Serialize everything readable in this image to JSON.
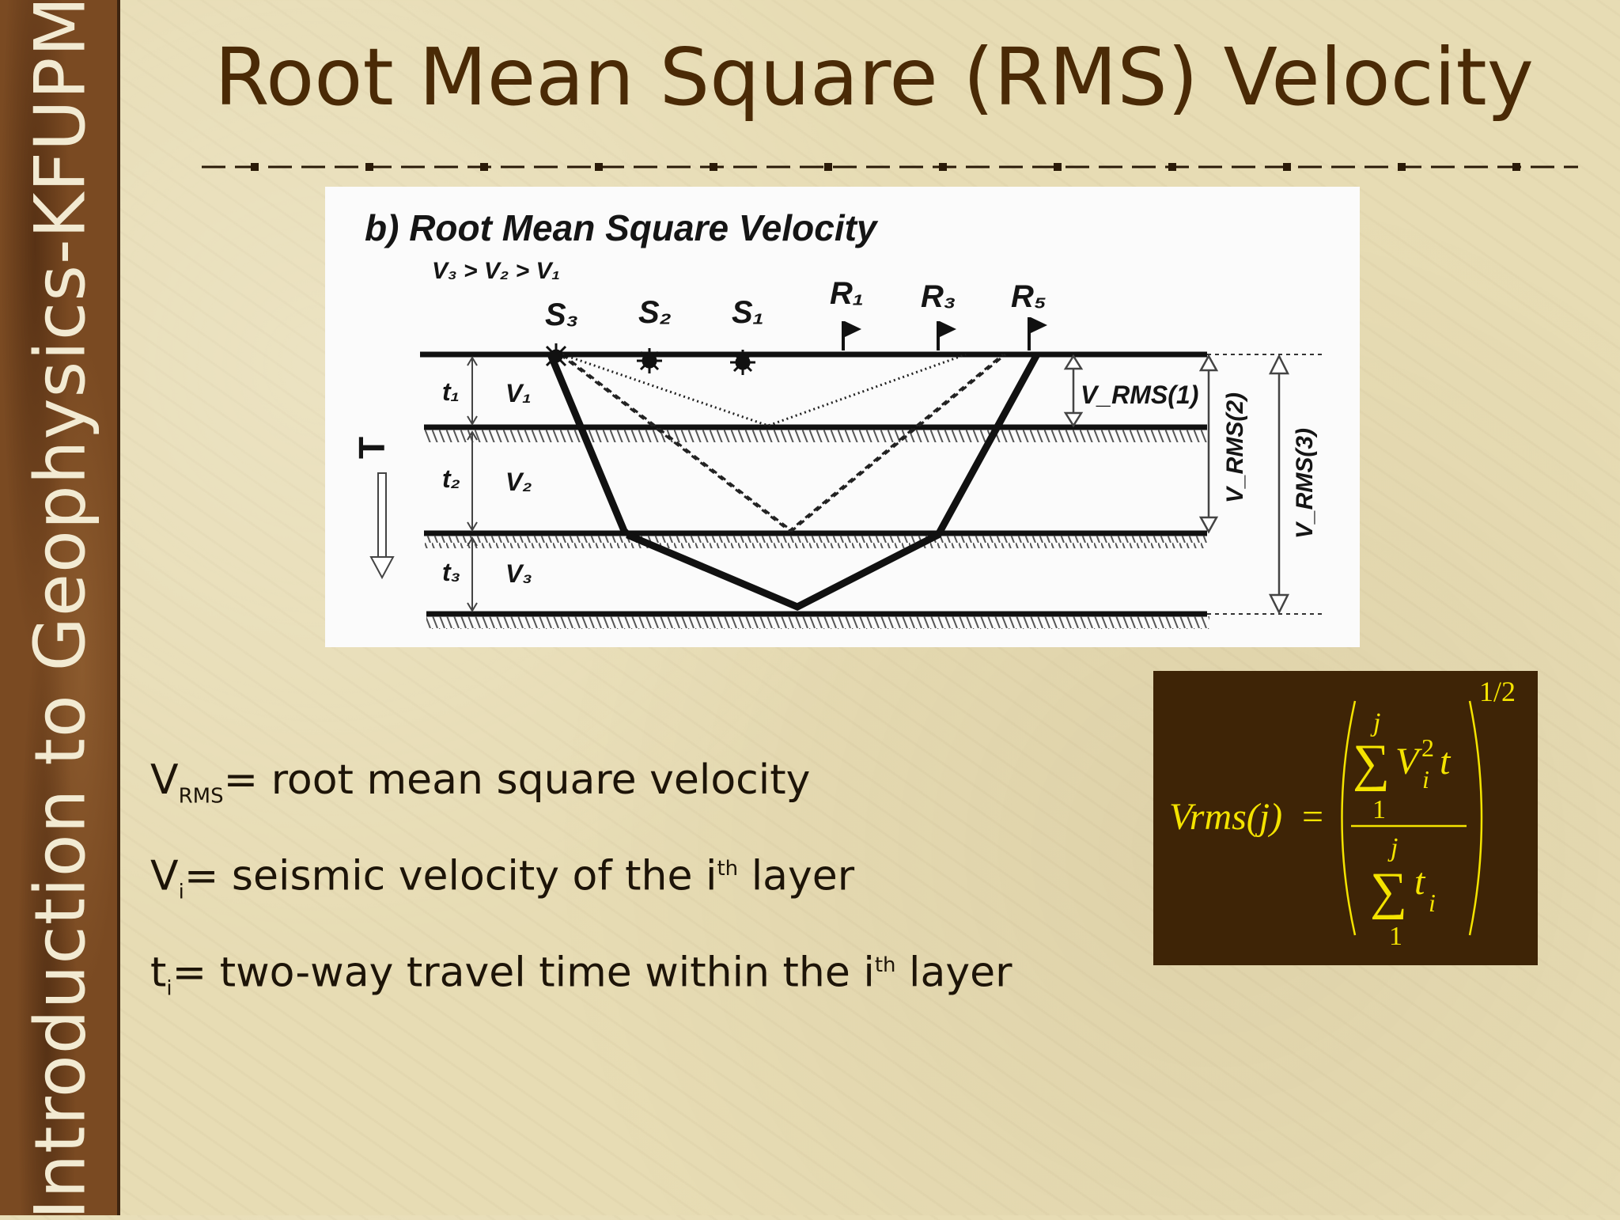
{
  "sidebar": {
    "text": "Introduction to Geophysics-KFUPM"
  },
  "slide": {
    "title": "Root Mean Square (RMS) Velocity"
  },
  "figure": {
    "heading": "b) Root Mean Square Velocity",
    "velocity_order": "V₃ > V₂ > V₁",
    "sources": [
      "S₃",
      "S₂",
      "S₁"
    ],
    "receivers": [
      "R₁",
      "R₃",
      "R₅"
    ],
    "time_axis_label": "T",
    "layers": [
      {
        "time": "t₁",
        "velocity": "V₁"
      },
      {
        "time": "t₂",
        "velocity": "V₂"
      },
      {
        "time": "t₃",
        "velocity": "V₃"
      }
    ],
    "vrms_labels": [
      "V_RMS(1)",
      "V_RMS(2)",
      "V_RMS(3)"
    ]
  },
  "definitions": {
    "vrms": {
      "symbol": "V",
      "sub": "RMS",
      "text": "= root mean square velocity"
    },
    "vi": {
      "symbol": "V",
      "sub": "i",
      "text_before": "= seismic velocity of the i",
      "sup": "th",
      "text_after": " layer"
    },
    "ti": {
      "symbol": "t",
      "sub": "i",
      "text_before": "= two-way travel time within the i",
      "sup": "th",
      "text_after": " layer"
    }
  },
  "formula": {
    "lhs": "Vrms(j)",
    "equals": "=",
    "sum_upper": "j",
    "sum_lower": "1",
    "sum_symbol": "∑",
    "num_term": "V",
    "num_sup": "2",
    "num_sub": "i",
    "num_t": "t",
    "den_term": "t",
    "den_sub": "i",
    "exponent": "1/2"
  },
  "colors": {
    "background": "#e7dcb4",
    "sidebar": "#7a4a22",
    "title": "#4a2a06",
    "formula_bg": "#3e2406",
    "formula_text": "#f4e300"
  }
}
